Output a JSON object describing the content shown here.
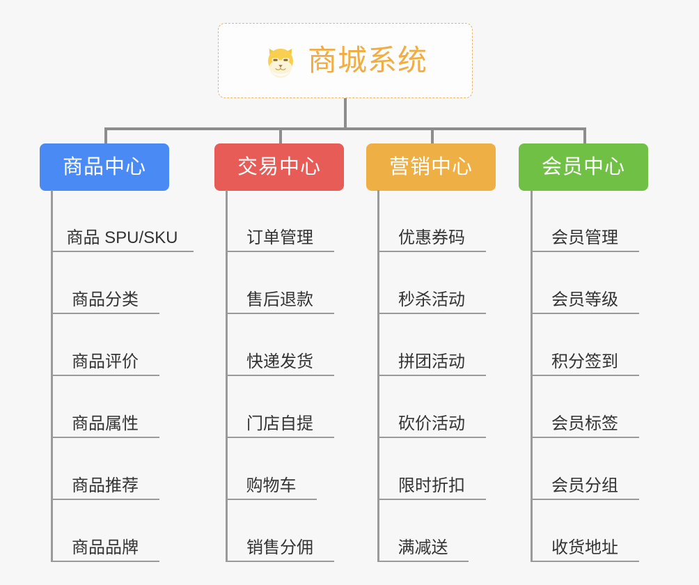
{
  "diagram": {
    "title": "商城系统",
    "background_color": "#f7f7f7",
    "root": {
      "label": "商城系统",
      "icon": "shiba-dog-face-icon",
      "text_color": "#f0ad43",
      "border_color": "#e8b765",
      "border_style": "dashed",
      "background_color": "#fdfdfd"
    },
    "connector_color": "#8d8d8d",
    "branch_line_color": "#9a9a9a",
    "leaf_text_color": "#333333",
    "categories": [
      {
        "label": "商品中心",
        "color": "#4a8af4",
        "items": [
          "商品 SPU/SKU",
          "商品分类",
          "商品评价",
          "商品属性",
          "商品推荐",
          "商品品牌"
        ]
      },
      {
        "label": "交易中心",
        "color": "#e85c57",
        "items": [
          "订单管理",
          "售后退款",
          "快递发货",
          "门店自提",
          "购物车",
          "销售分佣"
        ]
      },
      {
        "label": "营销中心",
        "color": "#eeaf45",
        "items": [
          "优惠券码",
          "秒杀活动",
          "拼团活动",
          "砍价活动",
          "限时折扣",
          "满减送"
        ]
      },
      {
        "label": "会员中心",
        "color": "#6fc044",
        "items": [
          "会员管理",
          "会员等级",
          "积分签到",
          "会员标签",
          "会员分组",
          "收货地址"
        ]
      }
    ]
  }
}
